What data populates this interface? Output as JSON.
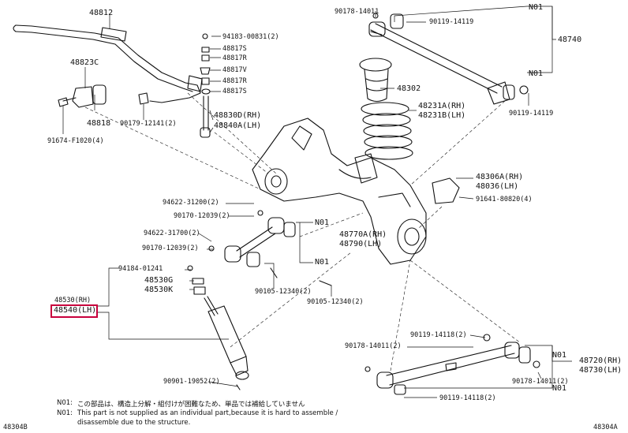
{
  "labels": {
    "p48812": "48812",
    "p94183": "94183-00831(2)",
    "p48817s_top": "48817S",
    "p48817r_top": "48817R",
    "p48817v": "48817V",
    "p48817r_bot": "48817R",
    "p48817s_bot": "48817S",
    "p48823c": "48823C",
    "p48818": "48818",
    "p90179_12141": "90179-12141(2)",
    "p48830d": "48830D(RH)",
    "p48840a": "48840A(LH)",
    "p91674": "91674-F1020(4)",
    "p90178_14011_top": "90178-14011",
    "p90119_14119_top": "90119-14119",
    "n01_top": "N01",
    "p48740": "48740",
    "p48302": "48302",
    "n01_mid": "N01",
    "p90119_14119_mid": "90119-14119",
    "p48231a": "48231A(RH)",
    "p48231b": "48231B(LH)",
    "p48306a": "48306A(RH)",
    "p48036": "48036(LH)",
    "p91641": "91641-80820(4)",
    "p94622_31200": "94622-31200(2)",
    "p90170_12039_a": "90170-12039(2)",
    "p94622_31700": "94622-31700(2)",
    "p90170_12039_b": "90170-12039(2)",
    "n01_lc1": "N01",
    "n01_lc2": "N01",
    "p48770a": "48770A(RH)",
    "p48790": "48790(LH)",
    "p94184": "94184-01241",
    "p48530g": "48530G",
    "p48530k": "48530K",
    "p48530": "48530(RH)",
    "p48540": "48540(LH)",
    "p90105_a": "90105-12340(2)",
    "p90105_b": "90105-12340(2)",
    "p90119_14118_a": "90119-14118(2)",
    "p90178_14011_low": "90178-14011(2)",
    "n01_low1": "N01",
    "p48720": "48720(RH)",
    "p48730": "48730(LH)",
    "p90178_14011_low2": "90178-14011(2)",
    "n01_low2": "N01",
    "p90119_14118_b": "90119-14118(2)",
    "p90901": "90901-19052(2)"
  },
  "notes": {
    "jp_prefix": "N01:",
    "jp_text": "この部品は、構造上分解・組付けが困難なため、単品では補給していません",
    "en_prefix": "N01:",
    "en_text1": "This part is not supplied as an individual part,because it is hard to assemble /",
    "en_text2": "disassemble due to the structure."
  },
  "footer": {
    "left_code": "48304B",
    "right_code": "48304A"
  },
  "highlight_color": "#c8003c"
}
